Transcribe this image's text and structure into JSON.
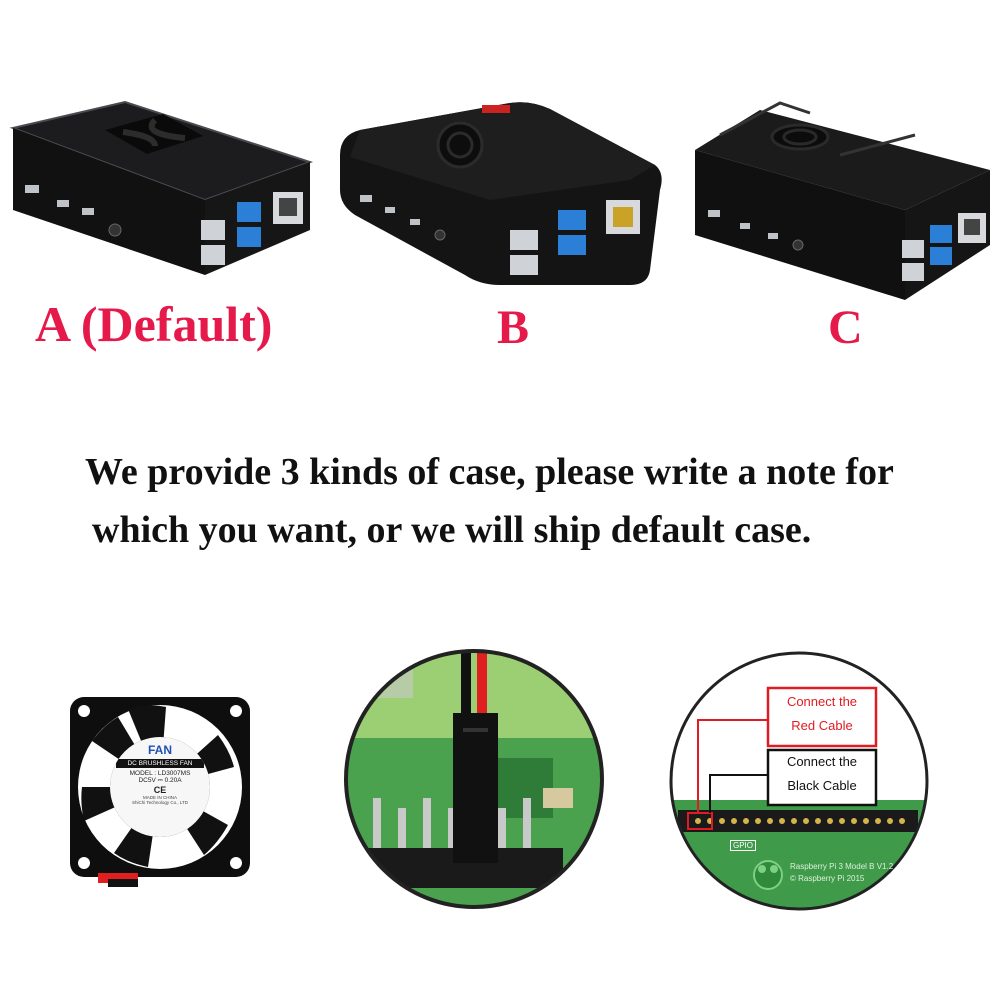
{
  "colors": {
    "label_red": "#e5194a",
    "note_text": "#111111",
    "case_body": "#151515",
    "usb3_blue": "#2c7fd6",
    "usb2_silver": "#cfd2d6",
    "pcb_green": "#3f9a4a",
    "cable_red": "#e02020",
    "callout_red": "#e11b22"
  },
  "cases": [
    {
      "label": "A (Default)"
    },
    {
      "label": "B"
    },
    {
      "label": "C"
    }
  ],
  "note": {
    "line1": "We provide 3 kinds of case, please write a note for",
    "line2": "which you want, or we will ship default case."
  },
  "fan": {
    "brand": "FAN",
    "type": "DC BRUSHLESS FAN",
    "model": "MODEL : LD3007MS",
    "rating": "DC5V ⎓ 0.20A",
    "ce": "CE",
    "origin": "MADE IN CHINA",
    "maker": "ShiChi Technology Co., LTD"
  },
  "pinout": {
    "red_callout_line1": "Connect the",
    "red_callout_line2": "Red Cable",
    "black_callout_line1": "Connect the",
    "black_callout_line2": "Black Cable",
    "board_text1": "Raspberry Pi 3 Model B V1.2",
    "board_text2": "© Raspberry Pi 2015",
    "gpio_label": "GPIO"
  },
  "icons": [
    "fan-grille-icon",
    "usb-port-icon",
    "ethernet-port-icon",
    "raspberry-logo-icon"
  ]
}
